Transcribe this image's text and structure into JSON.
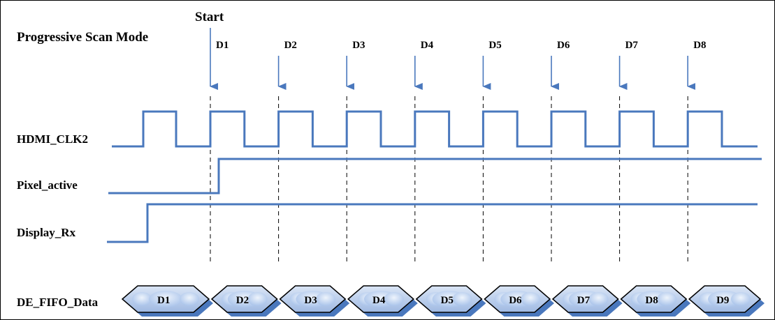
{
  "title": "Progressive Scan Mode",
  "start_label": "Start",
  "signals": [
    {
      "name": "HDMI_CLK2"
    },
    {
      "name": "Pixel_active"
    },
    {
      "name": "Display_Rx"
    },
    {
      "name": "DE_FIFO_Data"
    }
  ],
  "markers": [
    "D1",
    "D2",
    "D3",
    "D4",
    "D5",
    "D6",
    "D7",
    "D8"
  ],
  "fifo_data": [
    "D1",
    "D2",
    "D3",
    "D4",
    "D5",
    "D6",
    "D7",
    "D8",
    "D9"
  ],
  "colors": {
    "signal": "#4a78bd",
    "arrow": "#4a78bd",
    "data_fill": "#bcd0ee",
    "data_shadow": "#4a78bd",
    "ellipse": "#c9dbf3"
  }
}
